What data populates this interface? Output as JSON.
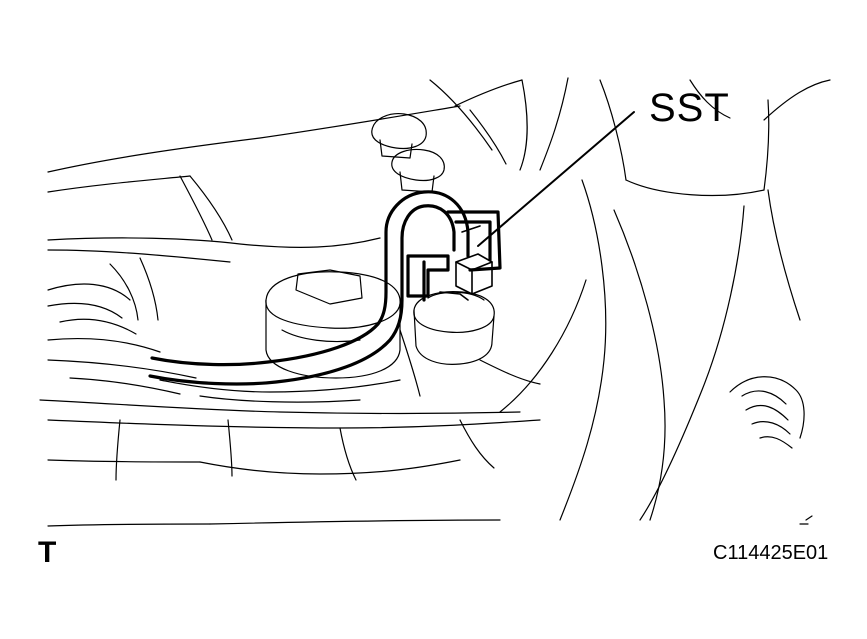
{
  "labels": {
    "callout": "SST",
    "corner_mark": "T",
    "figure_id": "C114425E01"
  },
  "colors": {
    "line": "#000000",
    "background": "#ffffff"
  }
}
